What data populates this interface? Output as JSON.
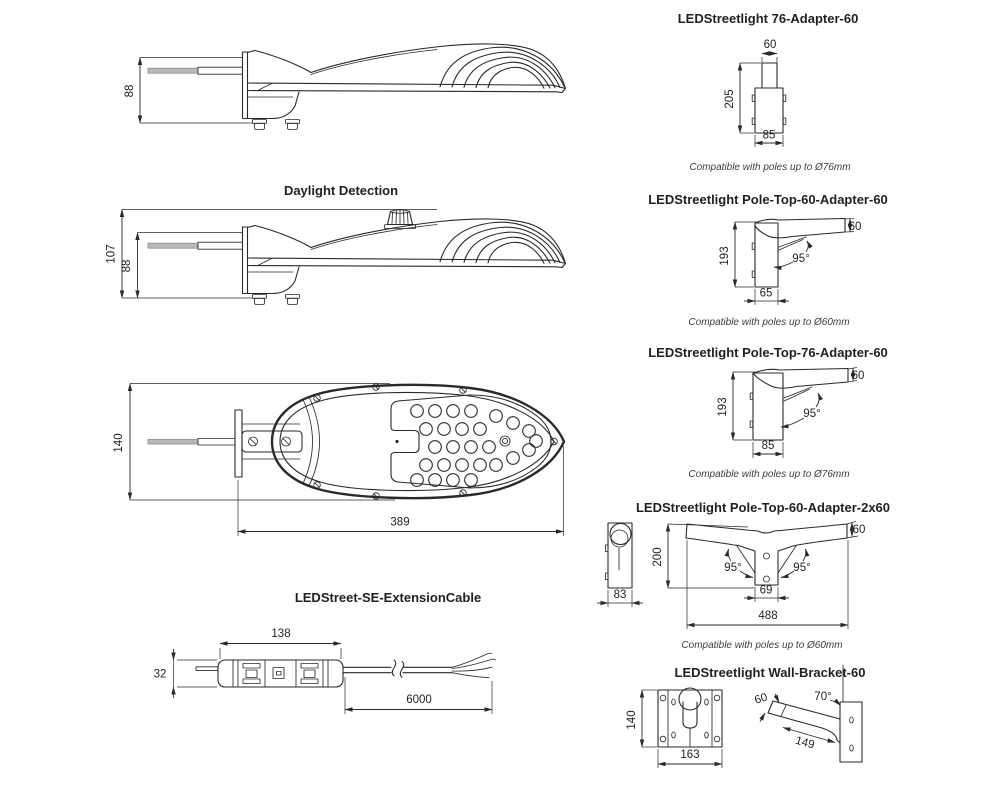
{
  "left_column": {
    "side_view": {
      "dim_height": "88"
    },
    "daylight_view": {
      "title": "Daylight Detection",
      "dim_total_height": "107",
      "dim_body_height": "88"
    },
    "top_view": {
      "dim_width": "140",
      "dim_length": "389"
    },
    "extension_cable": {
      "title": "LEDStreet-SE-ExtensionCable",
      "dim_connector_length": "138",
      "dim_connector_height": "32",
      "dim_cable_length": "6000"
    }
  },
  "right_column": {
    "adapter_76": {
      "title": "LEDStreetlight 76-Adapter-60",
      "dim_spigot": "60",
      "dim_height": "205",
      "dim_width": "85",
      "caption": "Compatible with poles up to Ø76mm"
    },
    "pole_top_60": {
      "title": "LEDStreetlight Pole-Top-60-Adapter-60",
      "dim_height": "193",
      "dim_spigot": "60",
      "angle": "95°",
      "dim_width": "65",
      "caption": "Compatible with poles up to Ø60mm"
    },
    "pole_top_76": {
      "title": "LEDStreetlight Pole-Top-76-Adapter-60",
      "dim_height": "193",
      "dim_spigot": "60",
      "angle": "95°",
      "dim_width": "85",
      "caption": "Compatible with poles up to Ø76mm"
    },
    "pole_top_2x60": {
      "title": "LEDStreetlight Pole-Top-60-Adapter-2x60",
      "dim_height": "200",
      "dim_spigot": "60",
      "angle_left": "95°",
      "angle_right": "95°",
      "dim_hub": "69",
      "dim_span": "488",
      "dim_side": "83",
      "caption": "Compatible with poles up to Ø60mm"
    },
    "wall_bracket": {
      "title": "LEDStreetlight Wall-Bracket-60",
      "dim_plate_height": "140",
      "dim_plate_width": "163",
      "dim_tube": "60",
      "dim_arm_length": "149",
      "angle": "70°"
    }
  }
}
